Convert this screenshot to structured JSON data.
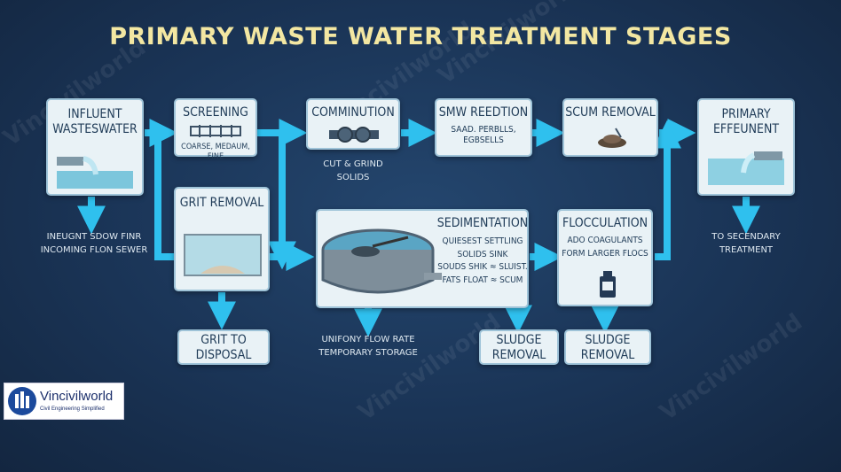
{
  "title": "PRIMARY WASTE WATER TREATMENT STAGES",
  "boxes": {
    "influent": {
      "title": "INFLUENT\nWASTESWATER"
    },
    "screening": {
      "title": "SCREENING",
      "sub": "COARSE, MEDAUM, FINE"
    },
    "comminution": {
      "title": "COMMINUTION"
    },
    "smw": {
      "title": "SMW REEDTION",
      "sub": "SAAD. PERBLLS,\nEGBSELLS"
    },
    "scum": {
      "title": "SCUM REMOVAL"
    },
    "primary": {
      "title": "PRIMARY\nEFFEUNENT"
    },
    "grit": {
      "title": "GRIT REMOVAL"
    },
    "sedimentation": {
      "title": "SEDIMENTATION",
      "sub": "QUIESEST SETTLING\nSOLIDS SINK\nSOUDS SHIK ≈ SLUIST.\nFATS FLOAT ≈ SCUM"
    },
    "flocculation": {
      "title": "FLOCCULATION",
      "sub": "ADO COAGULANTS\nFORM LARGER FLOCS"
    },
    "grit_disposal": {
      "title": "GRIT TO\nDISPOSAL"
    },
    "sludge1": {
      "title": "SLUDGE\nREMOVAL"
    },
    "sludge2": {
      "title": "SLUDGE\nREMOVAL"
    }
  },
  "notes": {
    "influent": "INEUGNT SDOW FINR\nINCOMING FLON SEWER",
    "comminution": "CUT & GRIND SOLIDS",
    "sedimentation": "UNIFONY FLOW RATE\nTEMPORARY STORAGE",
    "secondary": "TO SECENDARY\nTREATMENT"
  },
  "watermark": "Vincivilworld",
  "logo": {
    "brand": "Vincivilworld",
    "tagline": "Civil Engineering Simplified"
  },
  "colors": {
    "arrow": "#2fc0ee",
    "title": "#f3e7a2",
    "box": "#e9f2f6",
    "background": "#1a3456"
  }
}
